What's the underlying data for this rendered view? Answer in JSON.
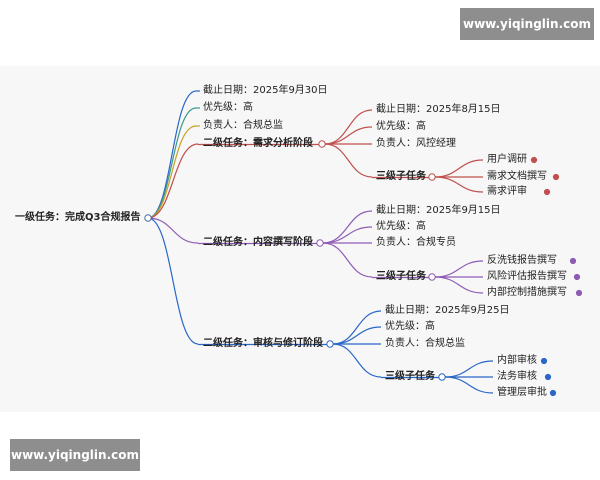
{
  "watermark": "www.yiqinglin.com",
  "root": {
    "label": "一级任务：完成Q3合规报告"
  },
  "root_info": {
    "deadline": "截止日期：2025年9月30日",
    "priority": "优先级：高",
    "owner": "负责人：合规总监"
  },
  "branches": [
    {
      "label": "二级任务：需求分析阶段",
      "color": "#c0504d",
      "details": [
        "截止日期：2025年8月15日",
        "优先级：高",
        "负责人：风控经理"
      ],
      "sub_label": "三级子任务",
      "items": [
        "用户调研",
        "需求文档撰写",
        "需求评审"
      ]
    },
    {
      "label": "二级任务：内容撰写阶段",
      "color": "#8e5bb5",
      "details": [
        "截止日期：2025年9月15日",
        "优先级：高",
        "负责人：合规专员"
      ],
      "sub_label": "三级子任务",
      "items": [
        "反洗钱报告撰写",
        "风险评估报告撰写",
        "内部控制措施撰写"
      ]
    },
    {
      "label": "二级任务：审核与修订阶段",
      "color": "#2a67c8",
      "details": [
        "截止日期：2025年9月25日",
        "优先级：高",
        "负责人：合规总监"
      ],
      "sub_label": "三级子任务",
      "items": [
        "内部审核",
        "法务审核",
        "管理层审批"
      ]
    }
  ]
}
